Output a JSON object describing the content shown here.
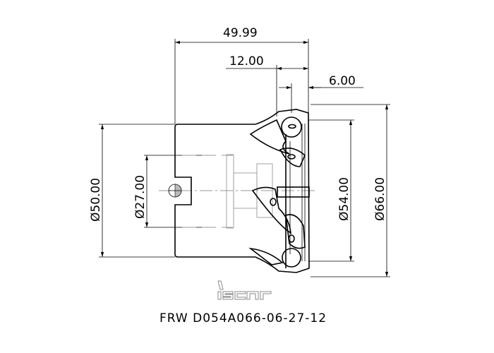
{
  "drawing": {
    "dimensions": {
      "overall_length": "49.99",
      "head_length": "12.00",
      "insert_offset": "6.00",
      "shank_diameter": "Ø50.00",
      "bore_diameter": "Ø27.00",
      "cutting_diameter": "Ø54.00",
      "max_diameter": "Ø66.00"
    },
    "logo_text": "iscar",
    "part_number": "FRW D054A066-06-27-12"
  }
}
